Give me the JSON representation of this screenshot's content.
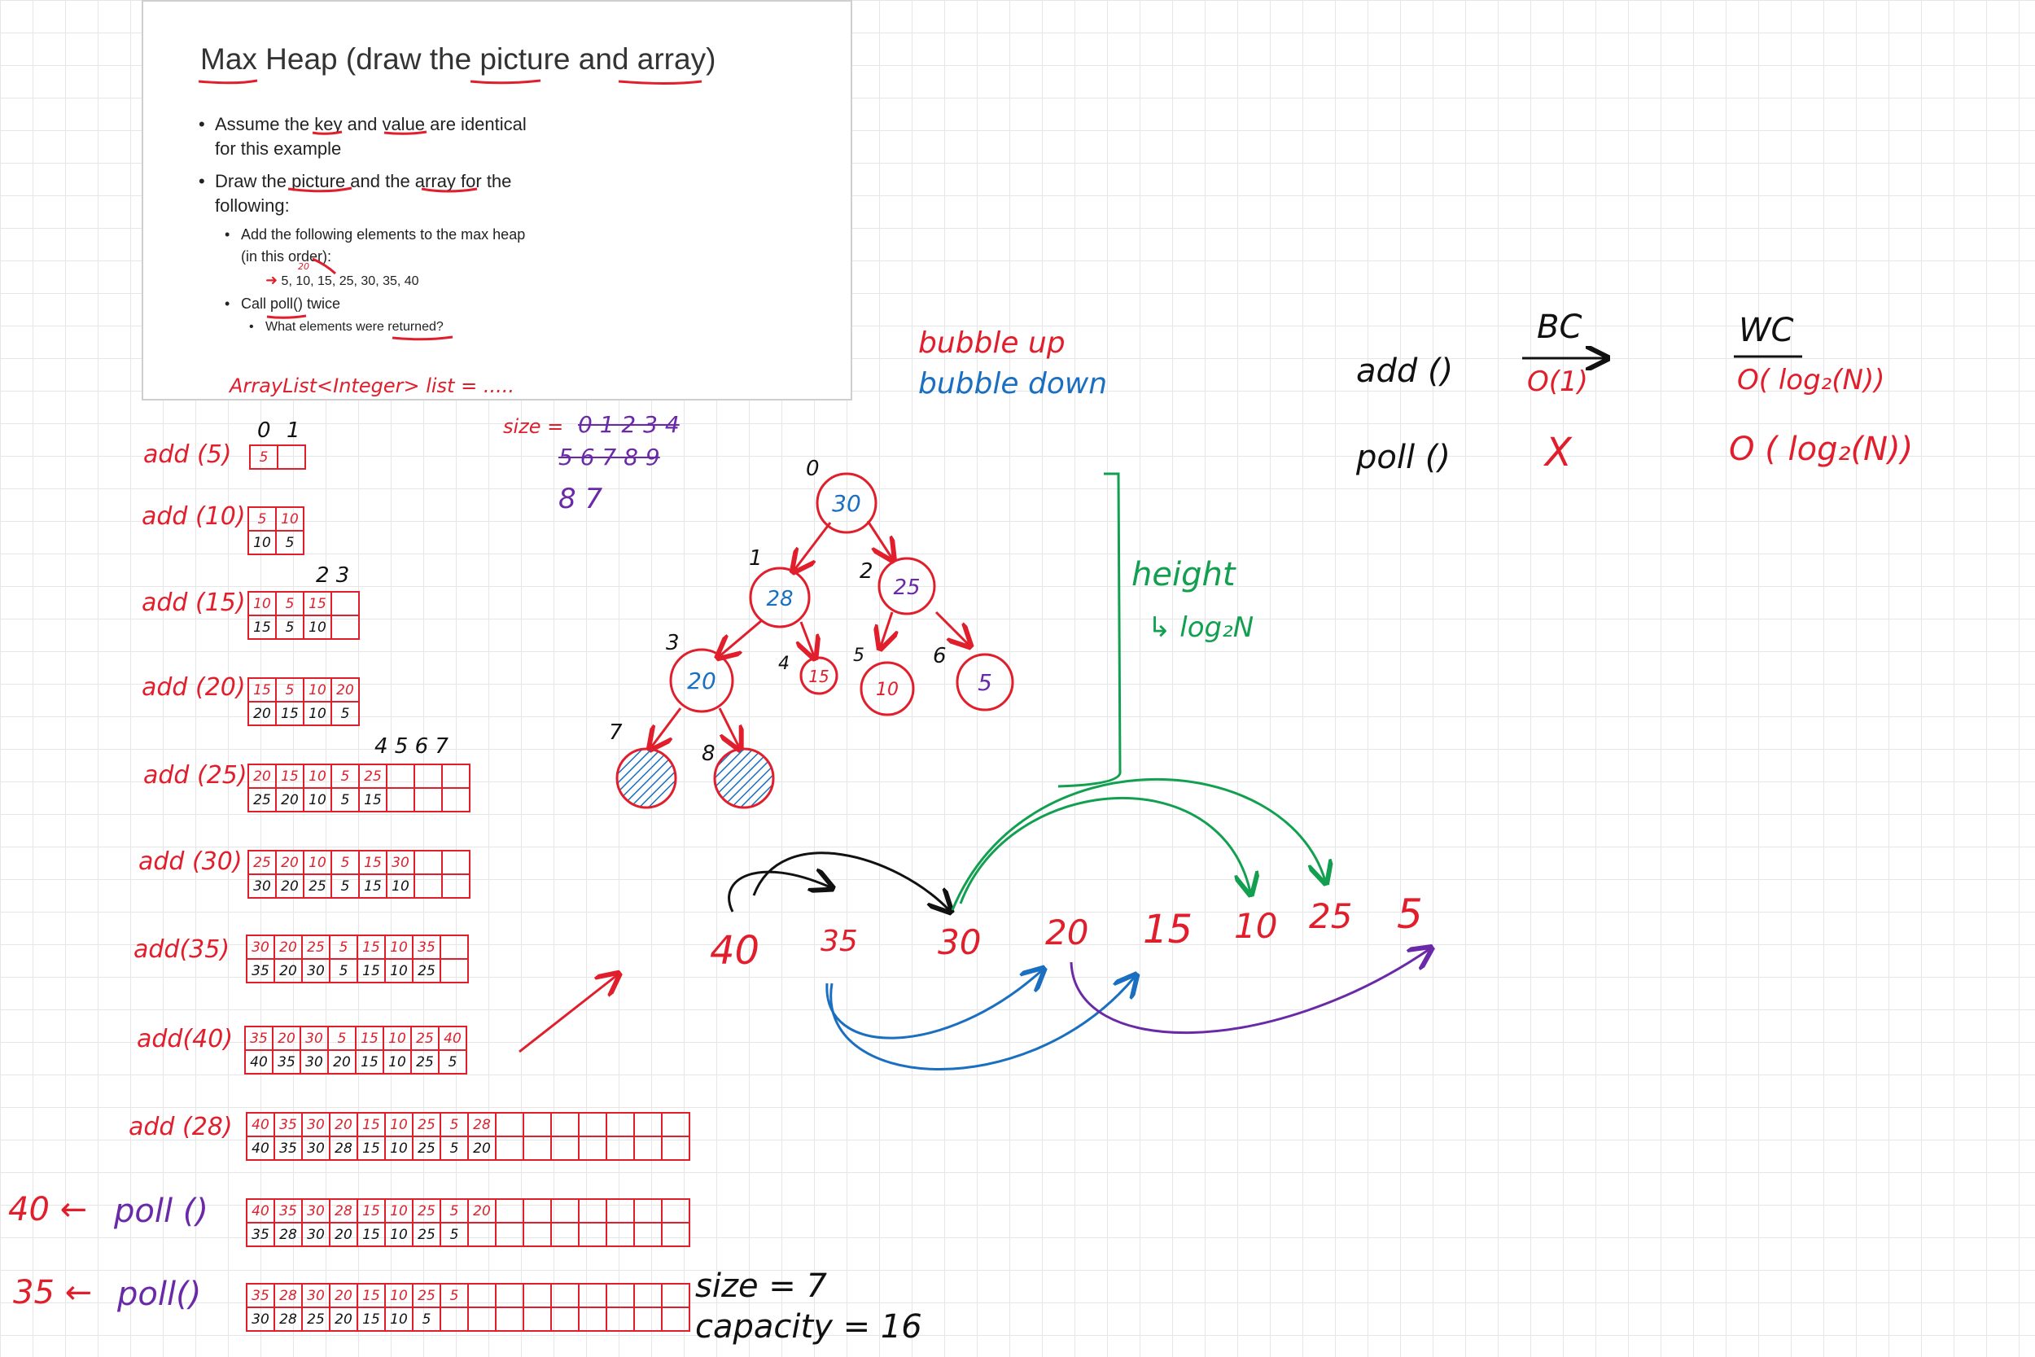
{
  "slide": {
    "title": "Max Heap (draw the picture and array)",
    "bullets": [
      "Assume the key and value are identical for this example",
      "Draw the picture and the array for the following:"
    ],
    "sub_bullets": [
      "Add the following elements to the max heap (in this order):",
      "Call poll() twice"
    ],
    "sequence": "5, 10, 15, 25, 30, 35, 40",
    "sequence_insert": "20",
    "sub_sub_bullet": "What elements were returned?"
  },
  "notes": {
    "arraylist": "ArrayList<Integer> list = .....",
    "size_label": "size =",
    "size_struck_1": "0 1 2 3 4",
    "size_struck_2": "5 6 7 8 9",
    "size_now": "8 7",
    "bubble_up": "bubble up",
    "bubble_down": "bubble down",
    "height": "height",
    "height_log": "↳ log₂N",
    "bc_header": "BC",
    "wc_header": "WC",
    "add_label": "add ()",
    "poll_label": "poll ()",
    "add_bc": "O(1)",
    "add_wc": "O( log₂(N))",
    "poll_bc": "X",
    "poll_wc": "O ( log₂(N))",
    "size_final": "size = 7",
    "capacity_final": "capacity = 16",
    "index_0": "0",
    "index_1": "1",
    "index_23": "2 3",
    "index_4567": "4 5 6 7"
  },
  "steps": [
    {
      "label": "add (5)",
      "rows": [
        [
          "5",
          ""
        ]
      ]
    },
    {
      "label": "add (10)",
      "rows": [
        [
          "5",
          "10"
        ],
        [
          "10",
          "5"
        ]
      ]
    },
    {
      "label": "add (15)",
      "rows": [
        [
          "10",
          "5",
          "15",
          ""
        ],
        [
          "15",
          "5",
          "10",
          ""
        ]
      ]
    },
    {
      "label": "add (20)",
      "rows": [
        [
          "15",
          "5",
          "10",
          "20"
        ],
        [
          "20",
          "15",
          "10",
          "5"
        ]
      ]
    },
    {
      "label": "add (25)",
      "rows": [
        [
          "20",
          "15",
          "10",
          "5",
          "25",
          "",
          "",
          ""
        ],
        [
          "25",
          "20",
          "10",
          "5",
          "15",
          "",
          "",
          ""
        ]
      ]
    },
    {
      "label": "add (30)",
      "rows": [
        [
          "25",
          "20",
          "10",
          "5",
          "15",
          "30",
          "",
          ""
        ],
        [
          "30",
          "20",
          "25",
          "5",
          "15",
          "10",
          "",
          ""
        ]
      ]
    },
    {
      "label": "add(35)",
      "rows": [
        [
          "30",
          "20",
          "25",
          "5",
          "15",
          "10",
          "35",
          ""
        ],
        [
          "35",
          "20",
          "30",
          "5",
          "15",
          "10",
          "25",
          ""
        ]
      ]
    },
    {
      "label": "add(40)",
      "rows": [
        [
          "35",
          "20",
          "30",
          "5",
          "15",
          "10",
          "25",
          "40"
        ],
        [
          "40",
          "35",
          "30",
          "20",
          "15",
          "10",
          "25",
          "5"
        ]
      ]
    },
    {
      "label": "add (28)",
      "rows": [
        [
          "40",
          "35",
          "30",
          "20",
          "15",
          "10",
          "25",
          "5",
          "28",
          "",
          "",
          "",
          "",
          "",
          "",
          ""
        ],
        [
          "40",
          "35",
          "30",
          "28",
          "15",
          "10",
          "25",
          "5",
          "20",
          "",
          "",
          "",
          "",
          "",
          "",
          ""
        ]
      ]
    },
    {
      "label": "poll ()",
      "returned": "40 ←",
      "rows": [
        [
          "40",
          "35",
          "30",
          "28",
          "15",
          "10",
          "25",
          "5",
          "20",
          "",
          "",
          "",
          "",
          "",
          "",
          ""
        ],
        [
          "35",
          "28",
          "30",
          "20",
          "15",
          "10",
          "25",
          "5",
          "",
          "",
          "",
          "",
          "",
          "",
          "",
          ""
        ]
      ]
    },
    {
      "label": "poll()",
      "returned": "35 ←",
      "rows": [
        [
          "35",
          "28",
          "30",
          "20",
          "15",
          "10",
          "25",
          "5",
          "",
          "",
          "",
          "",
          "",
          "",
          "",
          ""
        ],
        [
          "30",
          "28",
          "25",
          "20",
          "15",
          "10",
          "5",
          "",
          "",
          "",
          "",
          "",
          "",
          "",
          "",
          ""
        ]
      ]
    }
  ],
  "tree": {
    "nodes": [
      {
        "index": "0",
        "value": "30",
        "color": "#e01e2c",
        "text_color": "#1a6fc0"
      },
      {
        "index": "1",
        "value": "28",
        "color": "#e01e2c",
        "text_color": "#1a6fc0"
      },
      {
        "index": "2",
        "value": "25",
        "color": "#e01e2c",
        "text_color": "#6a2aa8"
      },
      {
        "index": "3",
        "value": "20",
        "color": "#e01e2c",
        "text_color": "#1a6fc0"
      },
      {
        "index": "4",
        "value": "15",
        "color": "#e01e2c",
        "text_color": "#e01e2c"
      },
      {
        "index": "5",
        "value": "10",
        "color": "#e01e2c",
        "text_color": "#e01e2c"
      },
      {
        "index": "6",
        "value": "5",
        "color": "#e01e2c",
        "text_color": "#6a2aa8"
      },
      {
        "index": "7",
        "value": "",
        "color": "#e01e2c",
        "text_color": "#1a6fc0"
      },
      {
        "index": "8",
        "value": "",
        "color": "#e01e2c",
        "text_color": "#1a6fc0"
      }
    ]
  },
  "sequence_row": [
    "40",
    "35",
    "30",
    "20",
    "15",
    "10",
    "25",
    "5"
  ],
  "colors": {
    "red": "#e01e2c",
    "blue": "#1a6fc0",
    "green": "#12a050",
    "purple": "#6a2aa8",
    "black": "#111111",
    "grid": "#e6e6e6"
  }
}
